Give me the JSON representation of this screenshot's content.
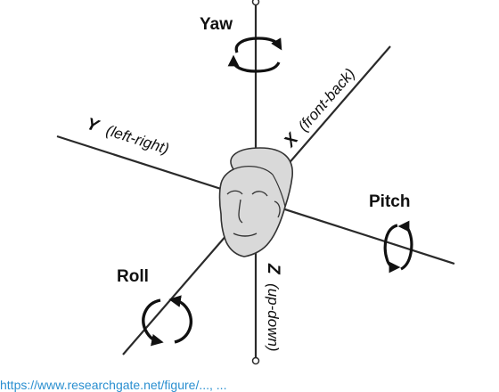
{
  "labels": {
    "yaw": "Yaw",
    "pitch": "Pitch",
    "roll": "Roll"
  },
  "axes": {
    "x": {
      "name": "X",
      "desc": "(front-back)"
    },
    "y": {
      "name": "Y",
      "desc": "(left-right)"
    },
    "z": {
      "name": "Z",
      "desc": "(up-down)"
    }
  },
  "caption": "https://www.researchgate.net/figure/..., ...",
  "colors": {
    "line": "#2a2a2a",
    "text": "#111111",
    "link": "#2a8fd0",
    "face": "#d9d9d9"
  }
}
